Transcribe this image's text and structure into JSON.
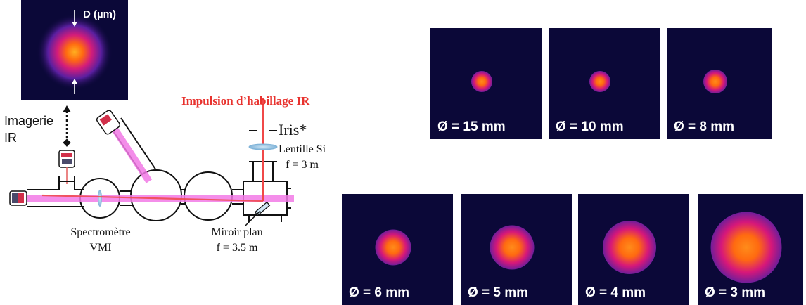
{
  "diagram": {
    "ir_beam_label": "Impulsion d’habillage IR",
    "iris_label": "Iris*",
    "lens_label": "Lentille Si",
    "lens_focal": "f = 3 m",
    "spectrometer_line1": "Spectromètre",
    "spectrometer_line2": "VMI",
    "mirror_line1": "Miroir plan",
    "mirror_line2": "f = 3.5 m",
    "imaging_line1": "Imagerie",
    "imaging_line2": "IR",
    "profile_label": "D (µm)"
  },
  "beam_profiles": [
    {
      "label": "Ø = 15 mm",
      "spot_size": 0.12
    },
    {
      "label": "Ø = 10 mm",
      "spot_size": 0.12
    },
    {
      "label": "Ø = 8 mm",
      "spot_size": 0.14
    },
    {
      "label": "Ø = 6 mm",
      "spot_size": 0.2
    },
    {
      "label": "Ø = 5 mm",
      "spot_size": 0.25
    },
    {
      "label": "Ø = 4 mm",
      "spot_size": 0.3
    },
    {
      "label": "Ø = 3 mm",
      "spot_size": 0.42
    }
  ],
  "colors": {
    "tile_background": "#0b0838",
    "beam_core": "#ff8c1a",
    "beam_mid": "#d6177a",
    "beam_halo": "#5a1fa0",
    "xuv_beam": "#f27ae6",
    "ir_beam": "#f04848",
    "ir_beam_label": "#e8322e"
  }
}
